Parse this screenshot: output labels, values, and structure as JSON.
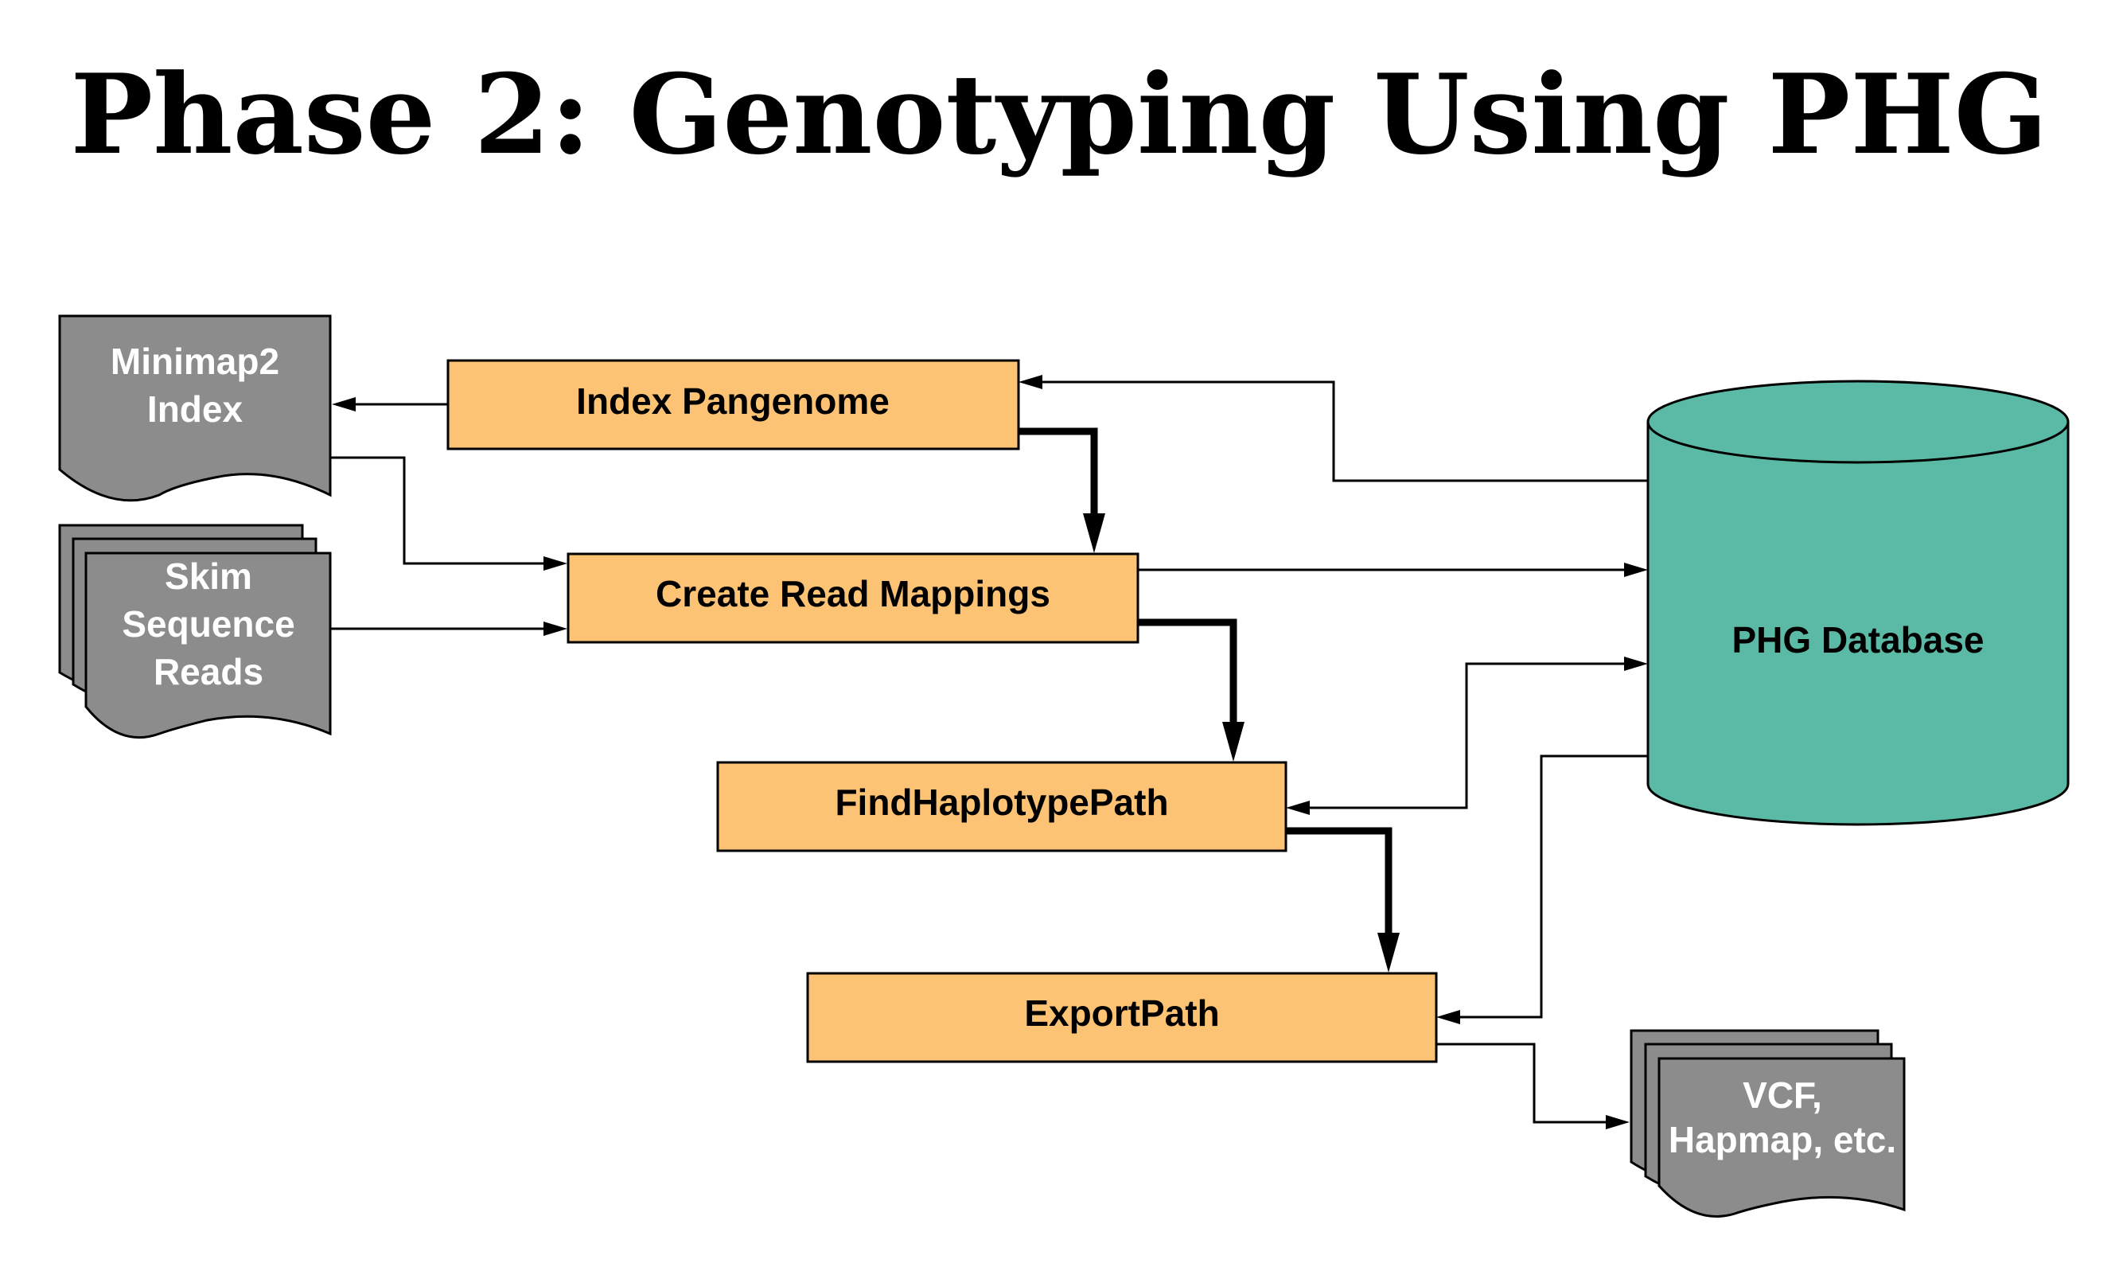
{
  "title": "Phase 2: Genotyping Using PHG",
  "colors": {
    "process_fill": "#FDC374",
    "document_fill": "#8C8C8C",
    "database_fill": "#5BBAA5",
    "stroke": "#000000"
  },
  "documents": {
    "minimap2_index": [
      "Minimap2",
      "Index"
    ],
    "skim_reads": [
      "Skim",
      "Sequence",
      "Reads"
    ],
    "output_files": [
      "VCF,",
      "Hapmap, etc."
    ]
  },
  "processes": {
    "index_pangenome": "Index Pangenome",
    "create_read_mappings": "Create Read Mappings",
    "find_haplotype_path": "FindHaplotypePath",
    "export_path": "ExportPath"
  },
  "database": {
    "label": "PHG Database"
  }
}
